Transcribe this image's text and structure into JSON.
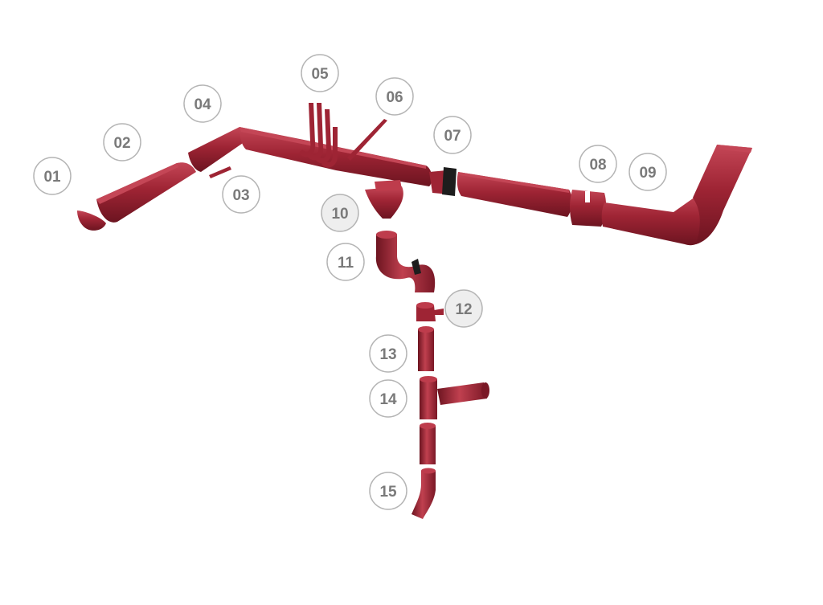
{
  "colors": {
    "gutter": "#9e2434",
    "gutter_light": "#be3c4c",
    "gutter_dark": "#6c1420",
    "seal": "#1d1d1d",
    "callout_stroke": "#b5b5b5",
    "callout_text": "#7a7a7a"
  },
  "callouts": [
    {
      "label": "01"
    },
    {
      "label": "02"
    },
    {
      "label": "03"
    },
    {
      "label": "04"
    },
    {
      "label": "05"
    },
    {
      "label": "06"
    },
    {
      "label": "07"
    },
    {
      "label": "08"
    },
    {
      "label": "09"
    },
    {
      "label": "10"
    },
    {
      "label": "11"
    },
    {
      "label": "12"
    },
    {
      "label": "13"
    },
    {
      "label": "14"
    },
    {
      "label": "15"
    }
  ]
}
